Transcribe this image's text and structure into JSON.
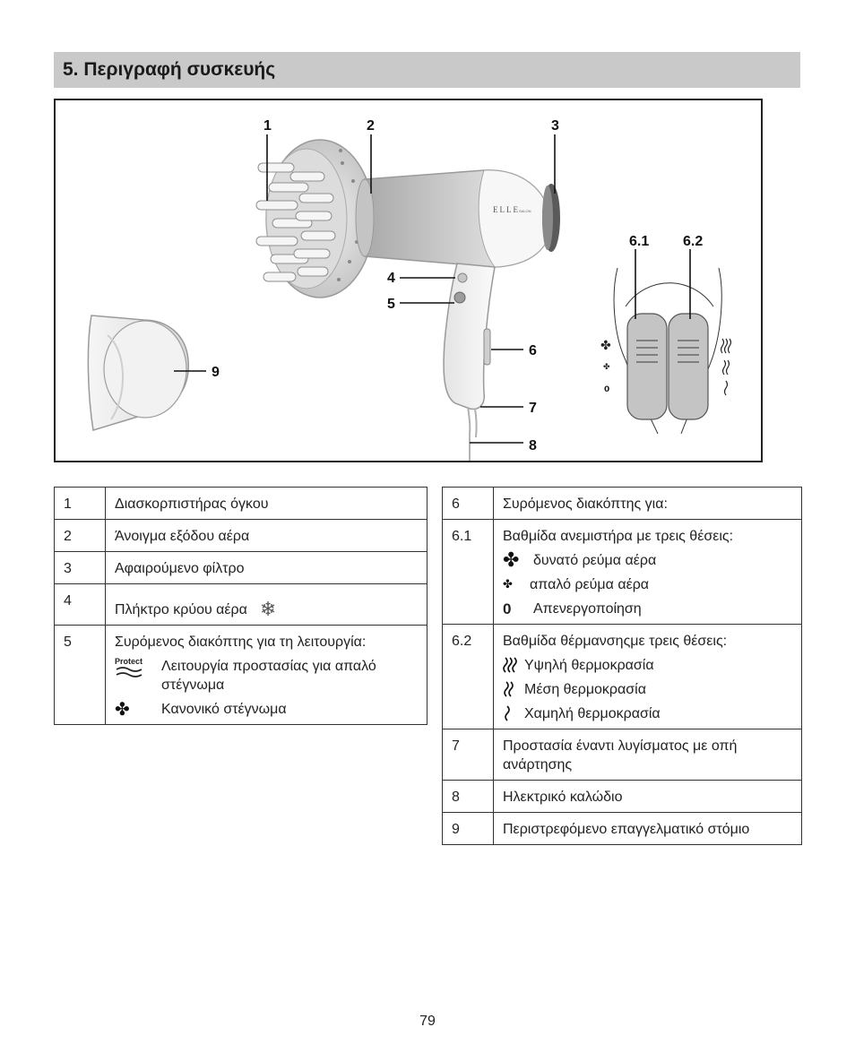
{
  "section": {
    "title": "5. Περιγραφή συσκευής"
  },
  "figure": {
    "callouts": [
      "1",
      "2",
      "3",
      "4",
      "5",
      "6",
      "7",
      "8",
      "9",
      "6.1",
      "6.2"
    ],
    "brand_mark": "ELLE",
    "brand_small": "SALON"
  },
  "table_left": [
    {
      "num": "1",
      "text": "Διασκορπιστήρας όγκου"
    },
    {
      "num": "2",
      "text": "Άνοιγμα εξόδου αέρα"
    },
    {
      "num": "3",
      "text": "Αφαιρούμενο φίλτρο"
    },
    {
      "num": "4",
      "text": "Πλήκτρο κρύου αέρα"
    },
    {
      "num": "5",
      "text": "Συρόμενος διακόπτης για τη λειτουργία:",
      "items": [
        {
          "icon": "protect-wave-icon",
          "icon_label": "Protect",
          "text": "Λειτουργία προστασίας για απαλό στέγνωμα"
        },
        {
          "icon": "fan-icon",
          "text": "Κανονικό στέγνωμα"
        }
      ]
    }
  ],
  "table_right": [
    {
      "num": "6",
      "text": "Συρόμενος διακόπτης για:"
    },
    {
      "num": "6.1",
      "text": "Βαθμίδα ανεμιστήρα με τρεις θέσεις:",
      "items": [
        {
          "icon": "fan-large-icon",
          "text": "δυνατό ρεύμα αέρα"
        },
        {
          "icon": "fan-small-icon",
          "text": "απαλό ρεύμα αέρα"
        },
        {
          "icon": "zero-icon",
          "glyph": "0",
          "text": "Απενεργοποίηση"
        }
      ]
    },
    {
      "num": "6.2",
      "text": "Βαθμίδα θέρμανσηςμε τρεις θέσεις:",
      "items": [
        {
          "icon": "heat-high-icon",
          "text": "Υψηλή θερμοκρασία"
        },
        {
          "icon": "heat-medium-icon",
          "text": "Μέση θερμοκρασία"
        },
        {
          "icon": "heat-low-icon",
          "text": "Χαμηλή θερμοκρασία"
        }
      ]
    },
    {
      "num": "7",
      "text": "Προστασία έναντι λυγίσματος με οπή ανάρτησης"
    },
    {
      "num": "8",
      "text": "Ηλεκτρικό καλώδιο"
    },
    {
      "num": "9",
      "text": "Περιστρεφόμενο επαγγελματικό στόμιο"
    }
  ],
  "page_number": "79"
}
